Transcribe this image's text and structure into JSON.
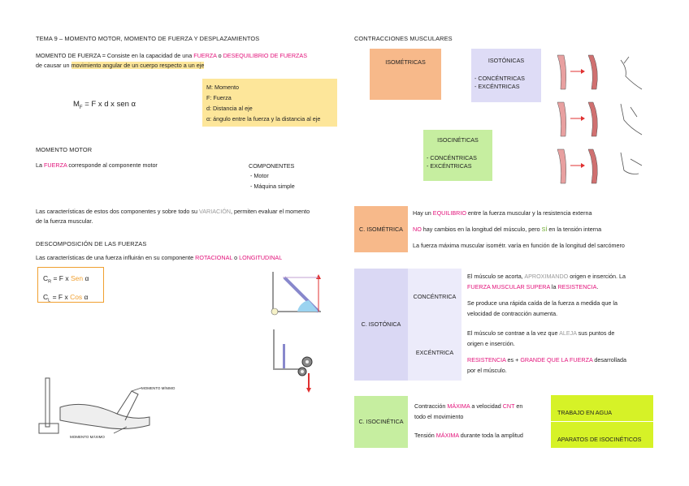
{
  "left": {
    "title": "TEMA 9 – MOMENTO MOTOR, MOMENTO DE FUERZA Y DESPLAZAMIENTOS",
    "mf": {
      "heading": "MOMENTO DE FUERZA",
      "def_a": " = Consiste en la capacidad de una ",
      "fuerza": "FUERZA",
      "o": " o ",
      "deseq": "DESEQUILIBRIO DE FUERZAS",
      "def_b": "de causar un ",
      "mov": "movimiento angular de un cuerpo respecto a un eje",
      "formula_main": "M",
      "formula_sub": "F",
      "formula_rest": " = F x d x sen α",
      "legend": [
        "M: Momento",
        "F: Fuerza",
        "d: Distancia al eje",
        "α: ángulo entre la fuerza y la distancia al eje"
      ]
    },
    "motor": {
      "heading": "MOMENTO MOTOR",
      "la": "La ",
      "fuerza": "FUERZA",
      "rest": " corresponde al componente motor",
      "comp_title": "COMPONENTES",
      "comp_items": [
        "- Motor",
        "- Máquina simple"
      ],
      "carac_a": "Las características de estos dos componentes y sobre todo su ",
      "variacion": "VARIACIÓN",
      "carac_b": ", permiten evaluar el momento",
      "carac_c": "de la fuerza muscular."
    },
    "desc": {
      "heading": "DESCOMPOSICIÓN DE LAS FUERZAS",
      "text_a": "Las características de una fuerza influirán en su componente ",
      "rot": "ROTACIONAL",
      "o": " o ",
      "lon": "LONGITUDINAL",
      "f1_c": "C",
      "f1_sub": "R",
      "f1_eq": " = F x ",
      "f1_fn": "Sen",
      "f1_end": " α",
      "f2_c": "C",
      "f2_sub": "L",
      "f2_eq": " = F x ",
      "f2_fn": "Cos",
      "f2_end": " α"
    },
    "fig": {
      "max": "MOMENTO MÁXIMO",
      "min": "MOMENTO MÍNIMO"
    }
  },
  "right": {
    "title": "CONTRACCIONES MUSCULARES",
    "iso": "ISOMÉTRICAS",
    "isot": "ISOTÓNICAS",
    "isot_items": [
      "- CONCÉNTRICAS",
      "- EXCÉNTRICAS"
    ],
    "isoc": "ISOCINÉTICAS",
    "isoc_items": [
      "- CONCÉNTRICAS",
      "- EXCÉNTRICAS"
    ],
    "c_iso": {
      "label": "C. ISOMÉTRICA",
      "l1_a": "Hay un ",
      "l1_eq": "EQUILIBRIO",
      "l1_b": " entre la fuerza muscular y la resistencia externa",
      "l2_no": "NO",
      "l2_a": " hay cambios en la longitud del músculo, pero ",
      "l2_si": "SÍ",
      "l2_b": " en la tensión interna",
      "l3": "La fuerza máxima muscular isométr. varía en función de la longitud del sarcómero"
    },
    "c_isot": {
      "label": "C. ISOTÓNICA",
      "conc": "CONCÉNTRICA",
      "conc_t1_a": "El músculo se acorta, ",
      "conc_t1_ap": "APROXIMANDO",
      "conc_t1_b": " origen e inserción. La",
      "conc_t2_fm": "FUERZA MUSCULAR SUPERA",
      "conc_t2_la": " la ",
      "conc_t2_res": "RESISTENCIA",
      "conc_t2_end": ".",
      "conc_t3": "Se produce una rápida caída de la fuerza a medida que la",
      "conc_t4": "velocidad de contracción aumenta.",
      "exc": "EXCÉNTRICA",
      "exc_t1_a": "El músculo se contrae a la vez que ",
      "exc_t1_al": "ALEJA",
      "exc_t1_b": " sus puntos de",
      "exc_t2": "origen e inserción.",
      "exc_t3_res": "RESISTENCIA",
      "exc_t3_es": " es + ",
      "exc_t3_gr": "GRANDE QUE LA FUERZA",
      "exc_t3_b": " desarrollada",
      "exc_t4": "por el músculo."
    },
    "c_isoc": {
      "label": "C. ISOCINÉTICA",
      "t1_a": "Contracción ",
      "t1_max": "MÁXIMA",
      "t1_b": " a velocidad ",
      "t1_cnt": "CNT",
      "t1_c": " en",
      "t2": "todo el movimiento",
      "t3_a": "Tensión ",
      "t3_max": "MÁXIMA",
      "t3_b": " durante toda la amplitud",
      "box1": "TRABAJO EN AGUA",
      "box2": "APARATOS DE ISOCINÉTICOS"
    }
  },
  "colors": {
    "accent_pink": "#e2127a",
    "accent_orange": "#f0a030",
    "yellow": "#fde69a",
    "peach": "#f7b98a",
    "lavender": "#dedcf6",
    "green": "#c6eea0",
    "lime": "#d6f227"
  }
}
